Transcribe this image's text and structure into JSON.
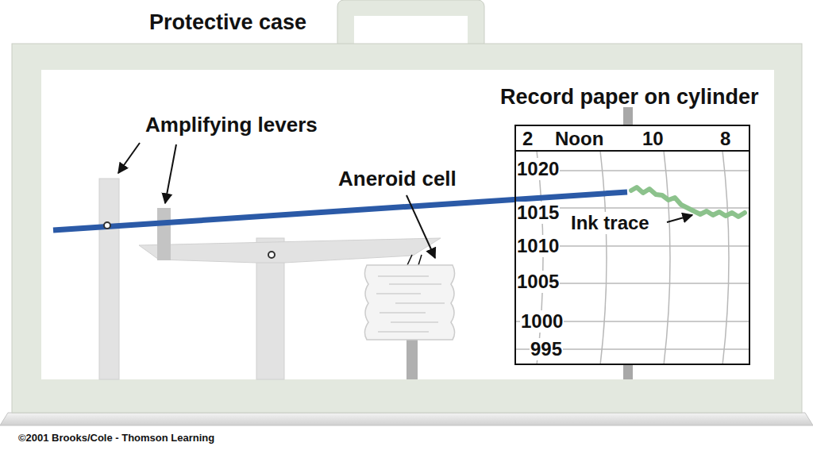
{
  "diagram": {
    "nodes": [
      {
        "text": [
          "Protective case"
        ]
      },
      {
        "text": [
          "Record paper on cylinder"
        ],
        "in": 0
      }
    ],
    "labels": [
      "Amplifying levers",
      "Aneroid cell",
      "2",
      "Noon",
      "10",
      "8",
      "1020",
      "1015",
      "1010",
      "1005",
      "1000",
      "995",
      "Ink trace",
      "©2001 Brooks/Cole - Thomson Learning"
    ]
  }
}
